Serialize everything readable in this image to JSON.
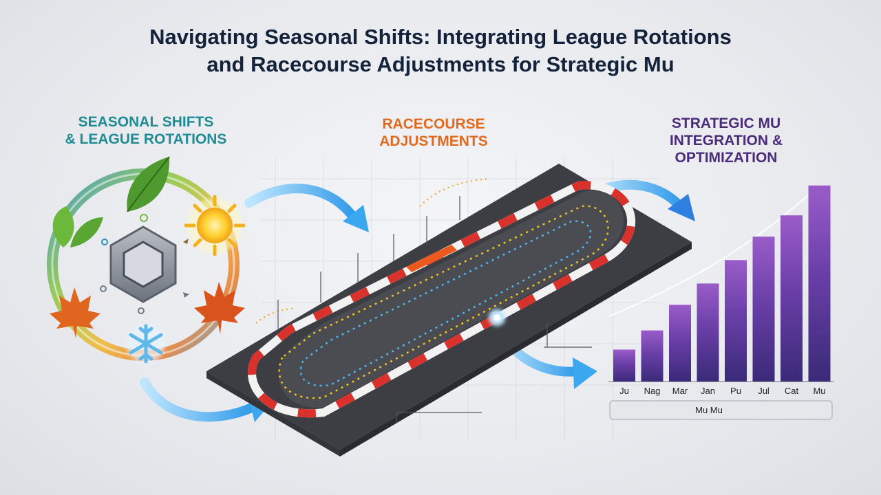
{
  "title": {
    "line1": "Navigating Seasonal Shifts: Integrating League Rotations",
    "line2": "and Racecourse Adjustments for Strategic Mu"
  },
  "sections": {
    "seasonal": {
      "line1": "SEASONAL SHIFTS",
      "line2": "& LEAGUE ROTATIONS",
      "color": "#1f8c95"
    },
    "racecourse": {
      "line1": "RACECOURSE",
      "line2": "ADJUSTMENTS",
      "color": "#e06a1e"
    },
    "mu": {
      "line1": "STRATEGIC MU",
      "line2": "INTEGRATION &",
      "line3": "OPTIMIZATION",
      "color": "#4b2c7a"
    }
  },
  "icons": {
    "center": "hexagon-icon",
    "seasons": [
      "leaf-icon",
      "sun-icon",
      "maple-leaf-icon",
      "snowflake-icon"
    ],
    "flow": [
      "arrow-icon"
    ]
  },
  "colors": {
    "arrow": "#3aa7ee",
    "barrier_red": "#d9312b",
    "track": "#4a4c52",
    "bar_dark": "#3d2b7a",
    "bar_light": "#8c56c4"
  },
  "chart_data": {
    "type": "bar",
    "categories": [
      "Ju",
      "Nag",
      "Mar",
      "Jan",
      "Pu",
      "Jul",
      "Cat",
      "Mu"
    ],
    "values": [
      1.5,
      2.4,
      3.6,
      4.6,
      5.7,
      6.8,
      7.8,
      9.2
    ],
    "ylim": [
      0,
      10
    ],
    "legend": "Mu  Mu",
    "grid": false
  }
}
